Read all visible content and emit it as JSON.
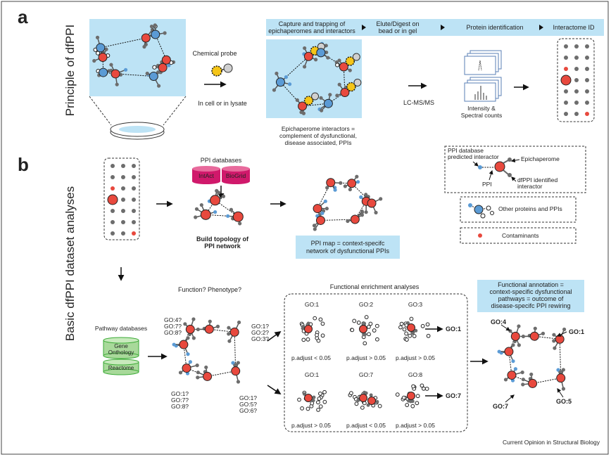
{
  "panel_a": {
    "letter": "a",
    "side_title": "Principle of dfPPI",
    "chemical_probe": "Chemical probe",
    "in_cell": "In cell or in lysate",
    "steps": [
      {
        "line1": "Capture and trapping of",
        "line2": "epichaperomes and interactors"
      },
      {
        "line1": "Elute/Digest on",
        "line2": "bead or in gel"
      },
      {
        "line1": "Protein identification",
        "line2": ""
      },
      {
        "line1": "Interactome ID",
        "line2": ""
      }
    ],
    "lcms": "LC-MS/MS",
    "intensity_line1": "Intensity &",
    "intensity_line2": "Spectral counts",
    "interactors_line1": "Epichaperome interactors =",
    "interactors_line2": "complement of dysfunctional,",
    "interactors_line3": "disease associated, PPIs"
  },
  "panel_b": {
    "letter": "b",
    "side_title": "Basic dfPPI dataset analyses",
    "ppi_db_title": "PPI databases",
    "db1": "IntAct",
    "db2": "BioGrid",
    "build_line1": "Build topology of",
    "build_line2": "PPI network",
    "ppi_map_line1": "PPI map = context-specifc",
    "ppi_map_line2": "network of dysfunctional PPIs",
    "legend": {
      "predicted_line1": "PPI database",
      "predicted_line2": "predicted interactor",
      "epichaperome": "Epichaperome",
      "ppi": "PPI",
      "identified_line1": "dfPPI identified",
      "identified_line2": "interactor",
      "other": "Other proteins and PPIs",
      "contaminants": "Contaminants"
    },
    "pathway_db_title": "Pathway databases",
    "pdb1_line1": "Gene",
    "pdb1_line2": "Onthology",
    "pdb2": "Reactome",
    "function_q": "Function? Phenotype?",
    "go_tl": [
      "GO:4?",
      "GO:7?",
      "GO:8?"
    ],
    "go_tr": [
      "GO:1?",
      "GO:2?",
      "GO:3?"
    ],
    "go_bl": [
      "GO:1?",
      "GO:7?",
      "GO:8?"
    ],
    "go_br": [
      "GO:1?",
      "GO:5?",
      "GO:6?"
    ],
    "enrichment_title": "Functional enrichment analyses",
    "top_row": {
      "go1": "GO:1",
      "go2": "GO:2",
      "go3": "GO:3",
      "p1": "p.adjust < 0.05",
      "p2": "p.adjust > 0.05",
      "p3": "p.adjust > 0.05",
      "result": "GO:1"
    },
    "bottom_row": {
      "go1": "GO:1",
      "go2": "GO:7",
      "go3": "GO:8",
      "p1": "p.adjust > 0.05",
      "p2": "p.adjust < 0.05",
      "p3": "p.adjust > 0.05",
      "result": "GO:7"
    },
    "annotation_line1": "Functional annotation =",
    "annotation_line2": "context-specific dysfunctional",
    "annotation_line3": "pathways = outcome of",
    "annotation_line4": "disease-specifc PPI rewiring",
    "final_go": [
      "GO:4",
      "GO:1",
      "GO:7",
      "GO:5"
    ]
  },
  "footer": "Current Opinion in Structural Biology",
  "colors": {
    "light_blue": "#bde3f5",
    "red": "#e8493e",
    "blue_node": "#5b9bd5",
    "gray_node": "#6d6d6d",
    "green": "#3aaa35",
    "crimson": "#d0196b",
    "purple_text": "#b3245c",
    "probe_yellow": "#f5c518"
  }
}
